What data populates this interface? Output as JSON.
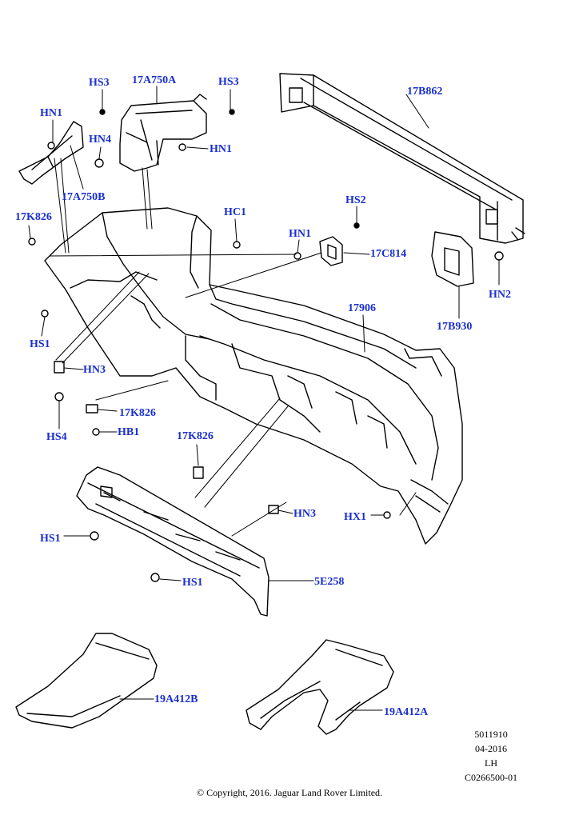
{
  "diagram": {
    "label_color": "#1a2fd0",
    "line_color": "#000000",
    "callouts": [
      {
        "id": "hs3-a",
        "text": "HS3"
      },
      {
        "id": "17a750a",
        "text": "17A750A"
      },
      {
        "id": "hs3-b",
        "text": "HS3"
      },
      {
        "id": "17b862",
        "text": "17B862"
      },
      {
        "id": "hn1-a",
        "text": "HN1"
      },
      {
        "id": "hn4",
        "text": "HN4"
      },
      {
        "id": "hn1-b",
        "text": "HN1"
      },
      {
        "id": "17a750b",
        "text": "17A750B"
      },
      {
        "id": "17k826-a",
        "text": "17K826"
      },
      {
        "id": "hc1",
        "text": "HC1"
      },
      {
        "id": "hs2",
        "text": "HS2"
      },
      {
        "id": "hn1-c",
        "text": "HN1"
      },
      {
        "id": "17c814",
        "text": "17C814"
      },
      {
        "id": "hn2",
        "text": "HN2"
      },
      {
        "id": "17906",
        "text": "17906"
      },
      {
        "id": "17b930",
        "text": "17B930"
      },
      {
        "id": "hs1-a",
        "text": "HS1"
      },
      {
        "id": "hn3-a",
        "text": "HN3"
      },
      {
        "id": "hs4",
        "text": "HS4"
      },
      {
        "id": "17k826-b",
        "text": "17K826"
      },
      {
        "id": "hb1",
        "text": "HB1"
      },
      {
        "id": "17k826-c",
        "text": "17K826"
      },
      {
        "id": "hn3-b",
        "text": "HN3"
      },
      {
        "id": "hx1",
        "text": "HX1"
      },
      {
        "id": "hs1-b",
        "text": "HS1"
      },
      {
        "id": "hs1-c",
        "text": "HS1"
      },
      {
        "id": "5e258",
        "text": "5E258"
      },
      {
        "id": "19a412b",
        "text": "19A412B"
      },
      {
        "id": "19a412a",
        "text": "19A412A"
      }
    ]
  },
  "footer": {
    "ref_number": "5011910",
    "date": "04-2016",
    "side": "LH",
    "illustration_code": "C0266500-01",
    "copyright": "© Copyright, 2016. Jaguar Land Rover Limited."
  }
}
